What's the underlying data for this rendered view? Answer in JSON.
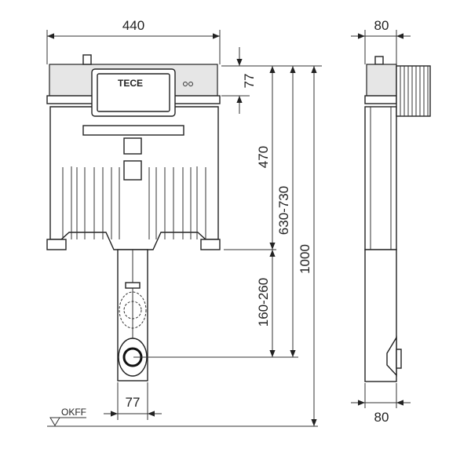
{
  "title": "TECE installation frame dimensional drawing",
  "dimensions": {
    "frame_width": "440",
    "flush_plate_height": "77",
    "cistern_height": "470",
    "outlet_height_range": "630-730",
    "total_height": "1000",
    "outlet_to_cistern_range": "160-260",
    "outlet_pipe_width": "77",
    "side_depth_top": "80",
    "side_depth_bottom": "80"
  },
  "labels": {
    "floor_level": "OKFF",
    "brand_on_plate": "TECE"
  }
}
